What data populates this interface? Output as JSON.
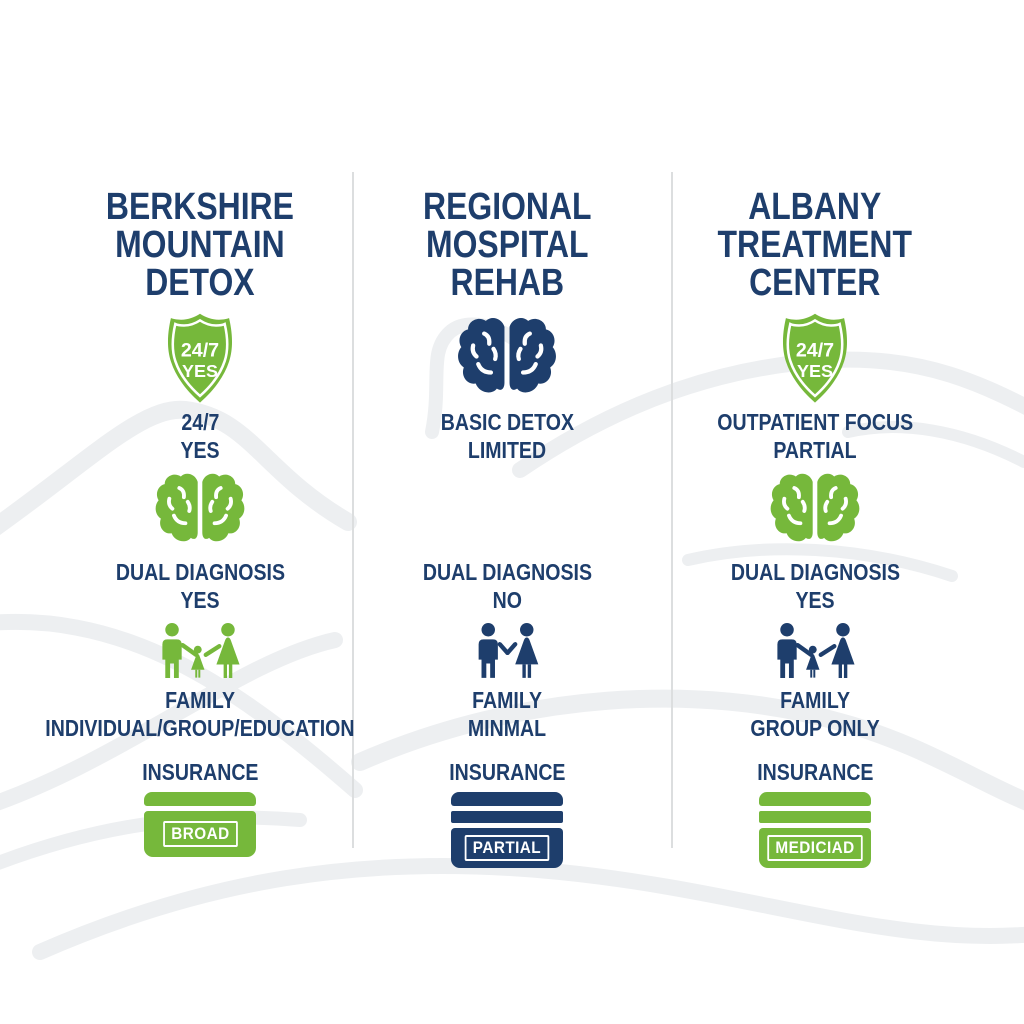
{
  "infographic": {
    "kind": "rehab-facility-comparison",
    "colors": {
      "navy": "#1e3e6c",
      "green": "#76b83b",
      "divider_gray": "#dcdedf",
      "contour_gray": "#edeff1",
      "background": "#ffffff",
      "icon_text_white": "#ffffff"
    }
  },
  "columns": [
    {
      "id": "berkshire-mountain-detox",
      "title_lines": [
        "BERKSHIRE",
        "MOUNTAIN",
        "DETOX"
      ],
      "top_icon": "shield-24-7-icon",
      "shield": {
        "line1": "24/7",
        "line2": "YES"
      },
      "feature1": "24/7",
      "feature2": "YES",
      "mid_icon": "brain-icon",
      "dual_label": "DUAL DIAGNOSIS",
      "dual_value": "YES",
      "family_icon": "family-three-figures-icon",
      "family_label": "FAMILY",
      "family_value": "INDIVIDUAL/GROUP/EDUCATION",
      "insurance_label": "INSURANCE",
      "insurance_value": "BROAD",
      "insurance_icon": "insurance-card-icon",
      "accent": "green"
    },
    {
      "id": "regional-hospital-rehab",
      "title_lines": [
        "REGIONAL",
        "MOSPITAL",
        "REHAB"
      ],
      "top_icon": "brain-icon",
      "feature1": "BASIC DETOX",
      "feature2": "LIMITED",
      "mid_icon": "none",
      "dual_label": "DUAL DIAGNOSIS",
      "dual_value": "NO",
      "family_icon": "family-two-figures-icon",
      "family_label": "FAMILY",
      "family_value": "MINMAL",
      "insurance_label": "INSURANCE",
      "insurance_value": "PARTIAL",
      "insurance_icon": "insurance-card-icon",
      "accent": "navy"
    },
    {
      "id": "albany-treatment-center",
      "title_lines": [
        "ALBANY",
        "TREATMENT",
        "CENTER"
      ],
      "top_icon": "shield-24-7-icon",
      "shield": {
        "line1": "24/7",
        "line2": "YES"
      },
      "feature1": "OUTPATIENT FOCUS",
      "feature2": "PARTIAL",
      "mid_icon": "brain-icon",
      "dual_label": "DUAL DIAGNOSIS",
      "dual_value": "YES",
      "family_icon": "family-three-figures-icon",
      "family_label": "FAMILY",
      "family_value": "GROUP ONLY",
      "insurance_label": "INSURANCE",
      "insurance_value": "MEDICIAD",
      "insurance_icon": "insurance-card-icon",
      "accent": "green"
    }
  ]
}
